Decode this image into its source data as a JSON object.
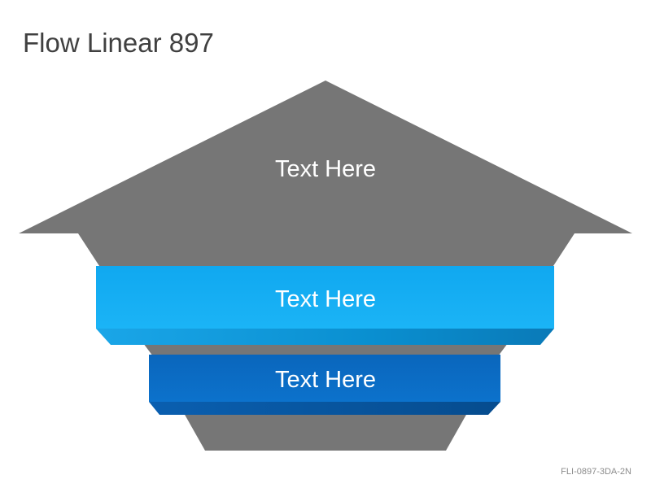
{
  "title": "Flow Linear 897",
  "diagram": {
    "arrow_label": "Text Here",
    "band_top_label": "Text Here",
    "band_bottom_label": "Text Here"
  },
  "footer_code": "FLI-0897-3DA-2N",
  "colors": {
    "arrow_gray": "#767676",
    "band_light_blue": "#12aaf0",
    "band_dark_blue": "#0a6cc4"
  }
}
